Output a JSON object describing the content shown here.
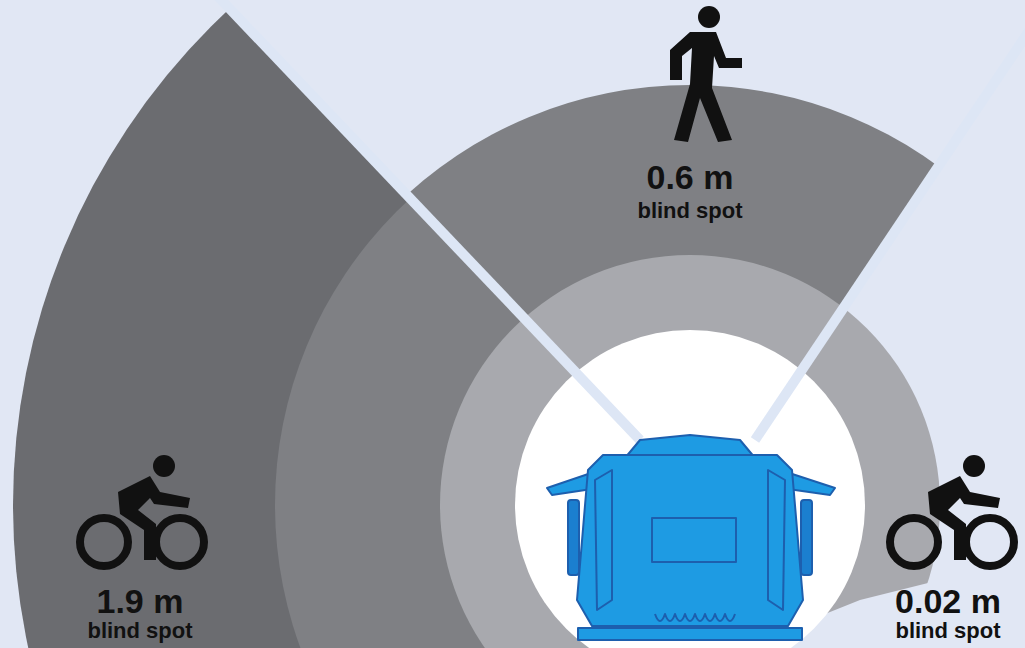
{
  "diagram": {
    "labels": [
      "0.6 m",
      "blind spot",
      "1.9 m",
      "blind spot",
      "0.02 m",
      "blind spot"
    ]
  }
}
